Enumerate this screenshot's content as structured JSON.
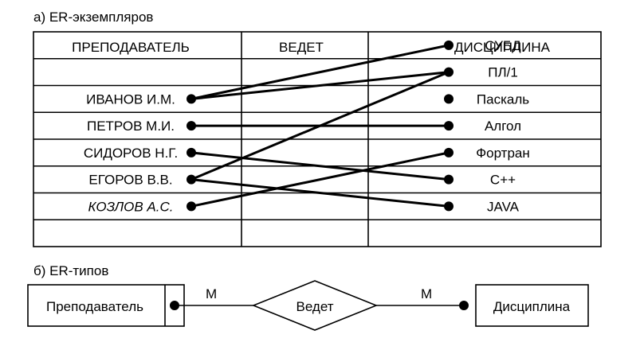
{
  "captions": {
    "instances": "а) ER-экземпляров",
    "types": "б) ER-типов"
  },
  "table": {
    "headers": [
      "ПРЕПОДАВАТЕЛЬ",
      "ВЕДЕТ",
      "ДИСЦИПЛИНА"
    ],
    "teachers": [
      "",
      "ИВАНОВ И.М.",
      "ПЕТРОВ М.И.",
      "СИДОРОВ Н.Г.",
      "ЕГОРОВ В.В.",
      "КОЗЛОВ А.С.",
      ""
    ],
    "italic_teacher_index": 5,
    "disciplines": [
      "СУБД",
      "ПЛ/1",
      "Паскаль",
      "Алгол",
      "Фортран",
      "C++",
      "JAVA"
    ]
  },
  "links": [
    {
      "teacher": "ИВАНОВ И.М.",
      "discipline": "СУБД"
    },
    {
      "teacher": "ИВАНОВ И.М.",
      "discipline": "ПЛ/1"
    },
    {
      "teacher": "ПЕТРОВ М.И.",
      "discipline": "Алгол"
    },
    {
      "teacher": "СИДОРОВ Н.Г.",
      "discipline": "C++"
    },
    {
      "teacher": "ЕГОРОВ В.В.",
      "discipline": "ПЛ/1"
    },
    {
      "teacher": "ЕГОРОВ В.В.",
      "discipline": "JAVA"
    },
    {
      "teacher": "КОЗЛОВ А.С.",
      "discipline": "Фортран"
    }
  ],
  "er_types": {
    "entity_left": "Преподаватель",
    "relationship": "Ведет",
    "entity_right": "Дисциплина",
    "cardinality_left": "М",
    "cardinality_right": "М"
  }
}
